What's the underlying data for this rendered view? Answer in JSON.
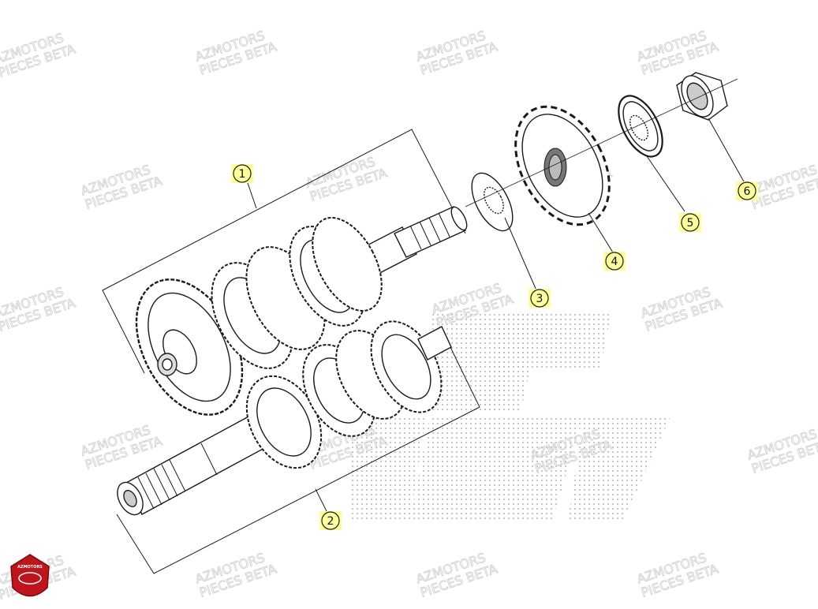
{
  "watermark": {
    "line1": "AZMOTORS",
    "line2": "PIECES BETA",
    "color": "#d2d2d2"
  },
  "logo": {
    "text": "AZMOTORS",
    "color": "#c0141b"
  },
  "callouts": [
    {
      "number": "1",
      "part": "primary-shaft-assembly"
    },
    {
      "number": "2",
      "part": "secondary-shaft-assembly"
    },
    {
      "number": "3",
      "part": "spacer-washer"
    },
    {
      "number": "4",
      "part": "front-sprocket"
    },
    {
      "number": "5",
      "part": "lock-washer"
    },
    {
      "number": "6",
      "part": "sprocket-nut"
    }
  ],
  "colors": {
    "callout_fill": "#ffff99",
    "line": "#1a1a1a"
  }
}
